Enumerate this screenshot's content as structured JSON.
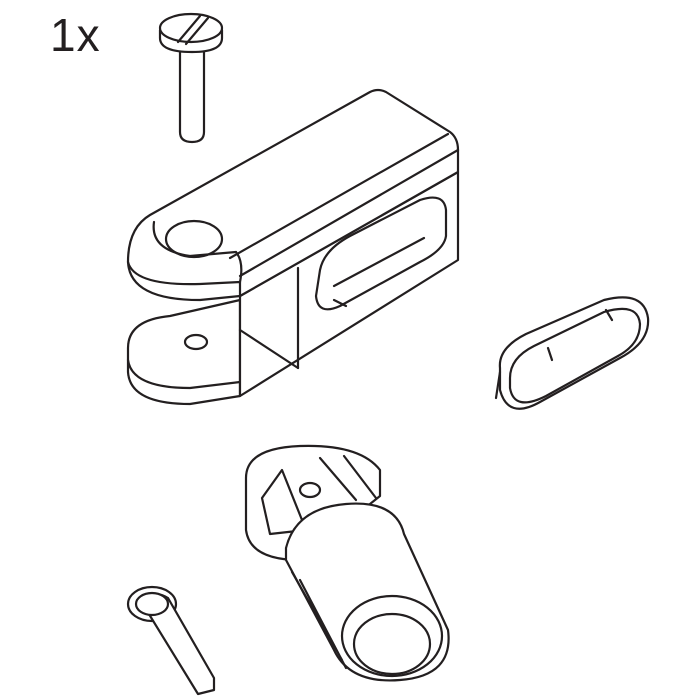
{
  "diagram": {
    "quantity_label": "1x",
    "line_color": "#231f20",
    "background": "#ffffff",
    "parts": [
      {
        "id": "slotted-screw",
        "description": "slotted cheese-head screw"
      },
      {
        "id": "clevis-fork",
        "description": "fork / clevis joint with oblong window"
      },
      {
        "id": "oval-cap",
        "description": "oval snap-in cover cap"
      },
      {
        "id": "socket-adapter",
        "description": "slotted cylindrical socket adapter"
      },
      {
        "id": "pin",
        "description": "headed pin with chamfered tip"
      }
    ]
  }
}
